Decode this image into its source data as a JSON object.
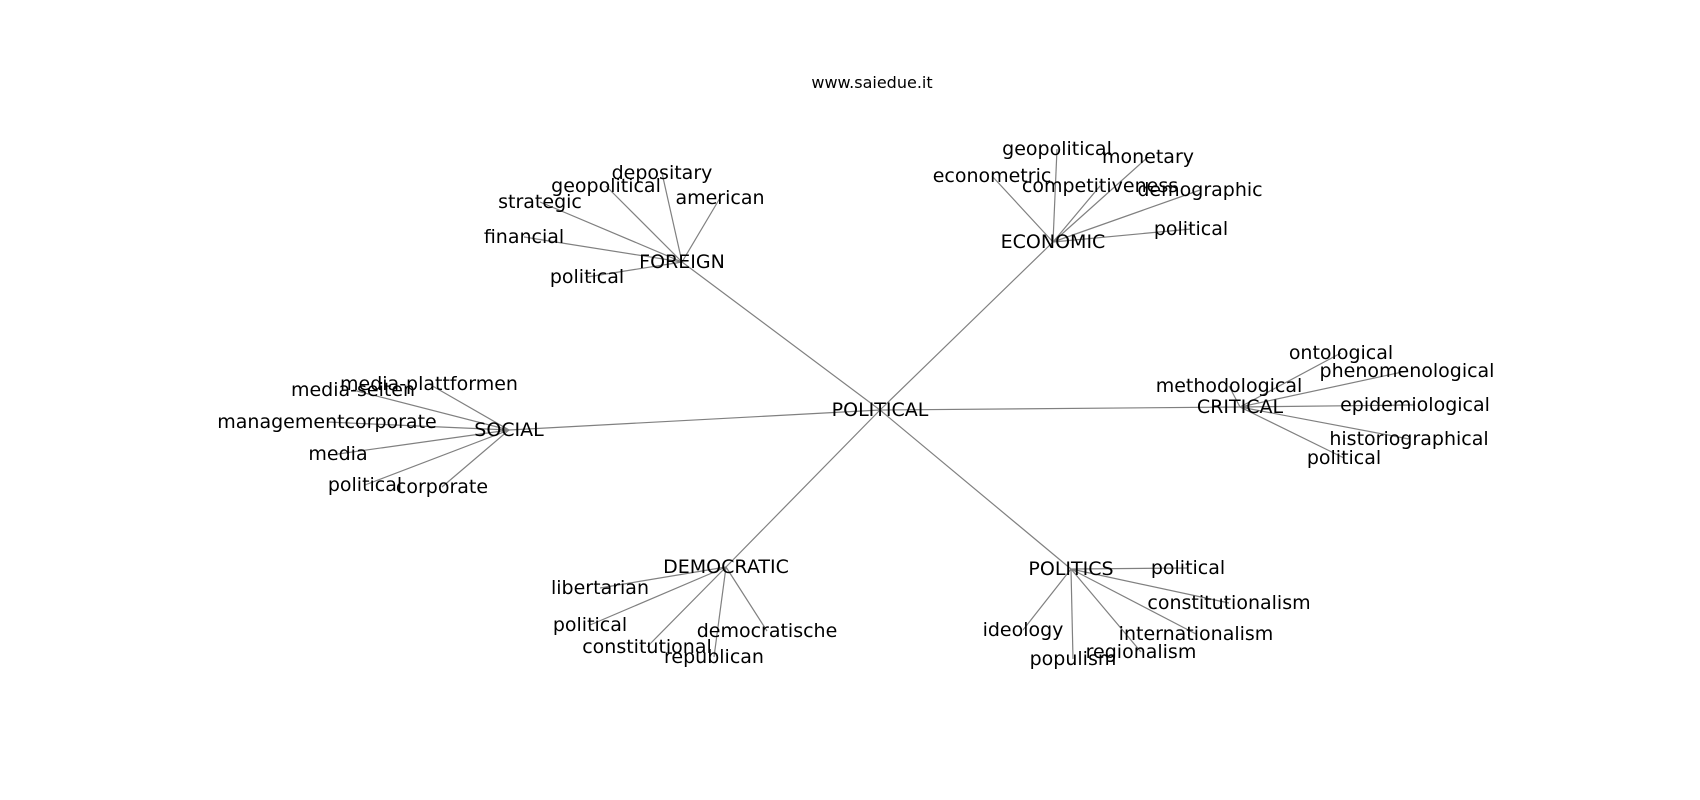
{
  "site": "www.saiedue.it",
  "center": "POLITICAL",
  "clusters": [
    {
      "name": "FOREIGN",
      "terms": [
        "depositary",
        "geopolitical",
        "strategic",
        "american",
        "financial",
        "political"
      ]
    },
    {
      "name": "ECONOMIC",
      "terms": [
        "geopolitical",
        "monetary",
        "econometric",
        "competitiveness",
        "demographic",
        "political"
      ]
    },
    {
      "name": "SOCIAL",
      "terms": [
        "media-plattformen",
        "media-seiten",
        "managementcorporate",
        "media",
        "political",
        "corporate"
      ]
    },
    {
      "name": "CRITICAL",
      "terms": [
        "ontological",
        "phenomenological",
        "methodological",
        "epidemiological",
        "historiographical",
        "political"
      ]
    },
    {
      "name": "DEMOCRATIC",
      "terms": [
        "libertarian",
        "political",
        "democratische",
        "constitutional",
        "republican"
      ]
    },
    {
      "name": "POLITICS",
      "terms": [
        "political",
        "constitutionalism",
        "internationalism",
        "ideology",
        "regionalism",
        "populism"
      ]
    }
  ]
}
